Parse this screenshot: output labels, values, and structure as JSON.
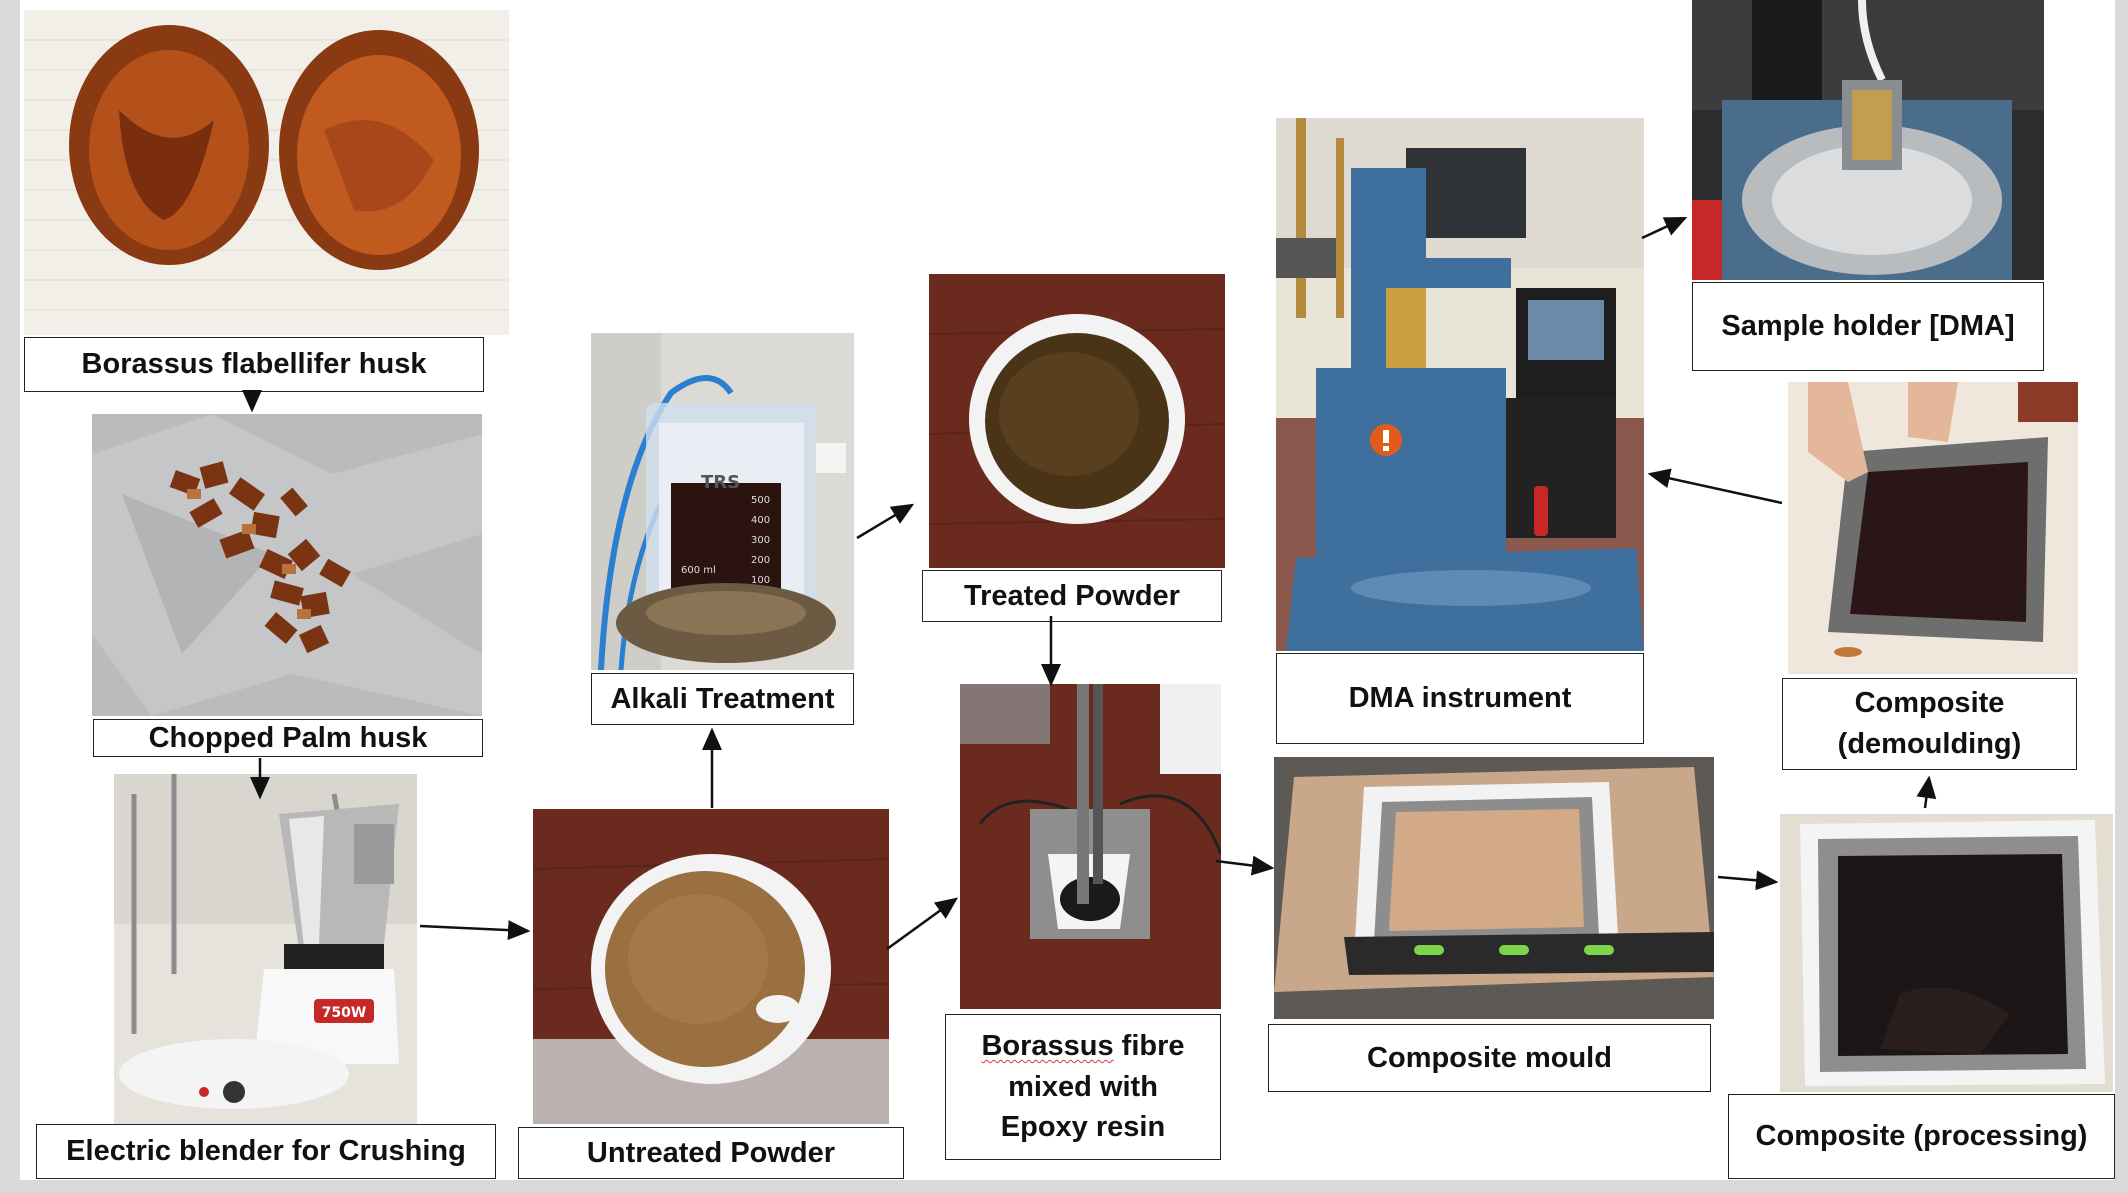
{
  "labels": {
    "husk": "Borassus flabellifer husk",
    "chopped": "Chopped Palm husk",
    "blender": "Electric blender for Crushing",
    "untreated": "Untreated Powder",
    "alkali": "Alkali Treatment",
    "treated": "Treated Powder",
    "mixed_word": "Borassus",
    "mixed_rest": " fibre\nmixed with\nEpoxy resin",
    "dma": "DMA instrument",
    "sample_holder": "Sample holder [DMA]",
    "demoulding": "Composite\n(demoulding)",
    "mould": "Composite mould",
    "processing": "Composite (processing)"
  },
  "beaker_marks": {
    "brand": "TRS",
    "volume": "600 ml",
    "ticks": [
      "500",
      "400",
      "300",
      "200",
      "100"
    ]
  },
  "blender_badge": "750W",
  "colors": {
    "label_border": "#222222",
    "arrow": "#111111",
    "wood_table": "#6b2a1e",
    "foil": "#b9bbbd",
    "dma_blue": "#3f6f9c"
  }
}
